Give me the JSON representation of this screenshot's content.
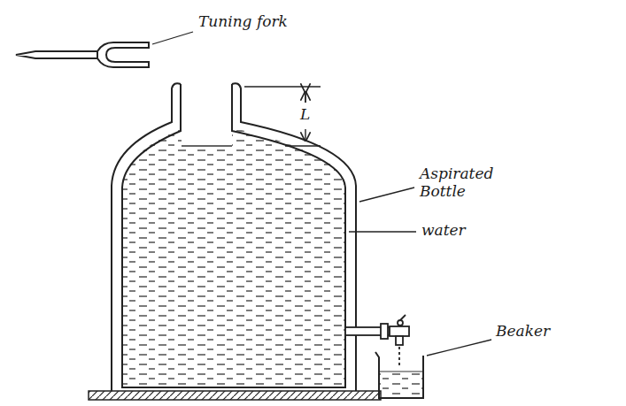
{
  "diagram": {
    "labels": [
      "Tuning fork",
      "L",
      "Aspirated Bottle",
      "water",
      "Beaker"
    ]
  }
}
